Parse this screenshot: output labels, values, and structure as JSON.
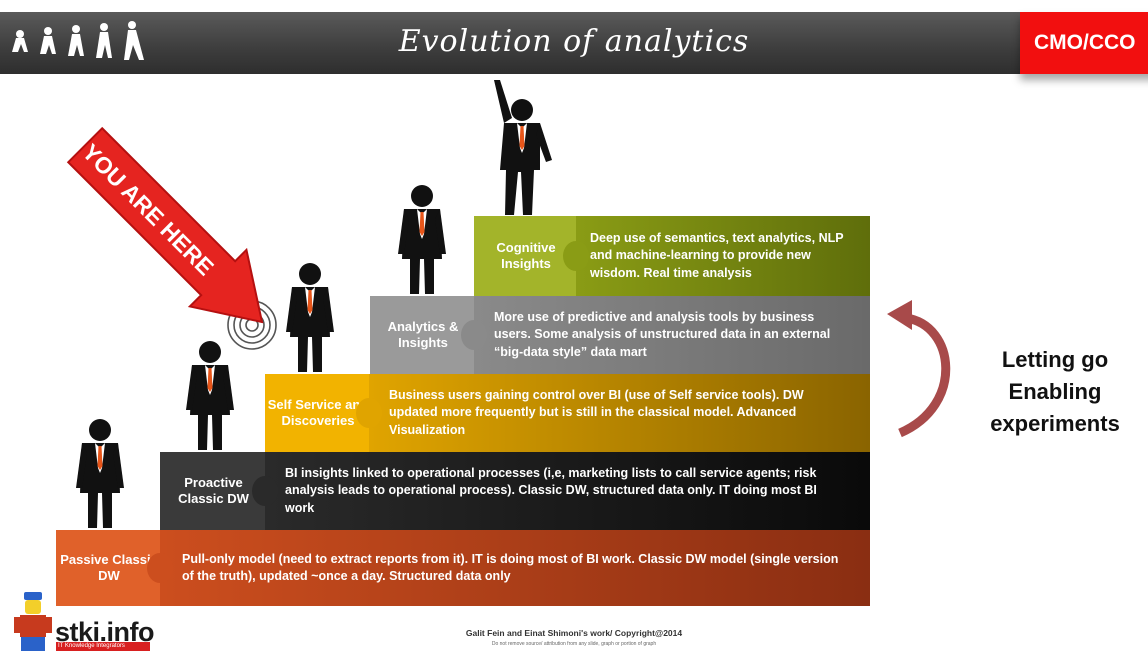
{
  "header": {
    "title": "Evolution of analytics",
    "badge": "CMO/CCO"
  },
  "callout": {
    "arrow_text": "YOU ARE HERE"
  },
  "steps": [
    {
      "label": "Passive Classic DW",
      "description": "Pull-only model (need to extract reports from it). IT is doing most of BI work. Classic DW model (single version of the truth), updated ~once a day.  Structured data only",
      "color": "#e0612a"
    },
    {
      "label": "Proactive Classic DW",
      "description": "BI insights linked to operational processes (i,e, marketing  lists to call service agents; risk analysis leads to operational process). Classic DW, structured data only. IT doing most BI work",
      "color": "#3a3a3a"
    },
    {
      "label": "Self Service and Discoveries",
      "description": "Business users gaining control over BI (use of Self service tools). DW updated more frequently but is still in the classical model. Advanced Visualization",
      "color": "#f2b300"
    },
    {
      "label": "Analytics & Insights",
      "description": "More use of predictive and analysis tools by business users. Some analysis of unstructured data in an external “big-data style” data mart",
      "color": "#9a9a9a"
    },
    {
      "label": "Cognitive Insights",
      "description": "Deep use of semantics, text analytics, NLP and machine-learning  to provide new wisdom. Real time analysis",
      "color": "#a3b42a"
    }
  ],
  "side_note": {
    "lines": [
      "Letting go",
      "Enabling",
      "experiments"
    ]
  },
  "footer": {
    "logo": "stki.info",
    "logo_tag": "IT Knowledge Integrators",
    "credit": "Galit Fein and Einat Shimoni's work/ Copyright@2014",
    "credit_small": "Do not remove source/ attribution from any slide, graph or portion of graph"
  }
}
